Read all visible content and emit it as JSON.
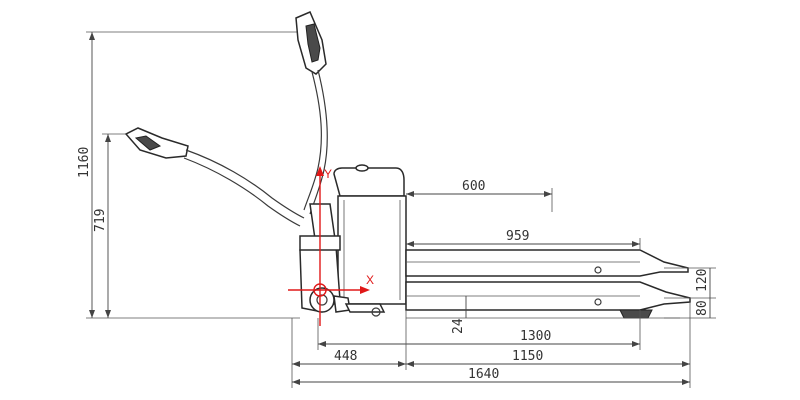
{
  "drawing": {
    "dimensions": {
      "overall_height": "1160",
      "handle_height": "719",
      "backrest_length": "600",
      "fork_length_upper": "959",
      "fork_length": "1300",
      "body_length": "448",
      "length_to_face": "1150",
      "overall_length": "1640",
      "ground_clearance": "24",
      "fork_height_high": "120",
      "fork_height_low": "80"
    },
    "axes": {
      "y_label": "Y",
      "x_label": "X"
    }
  }
}
